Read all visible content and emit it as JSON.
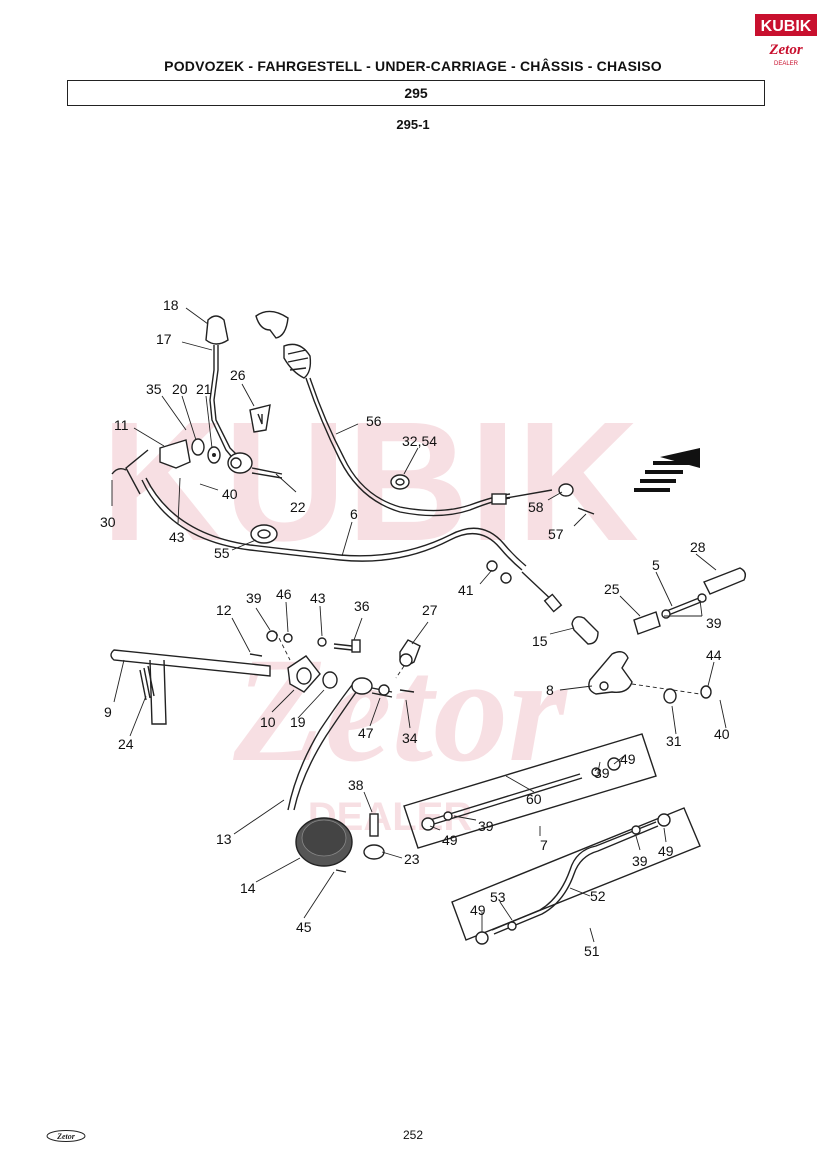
{
  "header": {
    "title": "PODVOZEK - FAHRGESTELL - UNDER-CARRIAGE - CHÂSSIS - CHASISO",
    "section": "295",
    "subsection": "295-1"
  },
  "brand": {
    "logo_text": "KUBIK",
    "logo_sub": "Zetor",
    "logo_dealer": "DEALER",
    "footer_logo": "Zetor",
    "watermark_text": "KUBIK",
    "watermark_sub": "Zetor",
    "watermark_dealer": "DEALER",
    "accent_color": "#c8102e"
  },
  "callouts": {
    "c18": "18",
    "c17": "17",
    "c35": "35",
    "c20": "20",
    "c21": "21",
    "c26": "26",
    "c11": "11",
    "c30": "30",
    "c43a": "43",
    "c40a": "40",
    "c22": "22",
    "c56": "56",
    "c3254": "32,54",
    "c58": "58",
    "c57": "57",
    "c6": "6",
    "c55": "55",
    "c41": "41",
    "c28": "28",
    "c5": "5",
    "c25": "25",
    "c39a": "39",
    "c15": "15",
    "c39b": "39",
    "c46": "46",
    "c43b": "43",
    "c36": "36",
    "c27": "27",
    "c12": "12",
    "c9": "9",
    "c24": "24",
    "c10": "10",
    "c19": "19",
    "c47": "47",
    "c34": "34",
    "c8": "8",
    "c44": "44",
    "c31": "31",
    "c40b": "40",
    "c39c": "39",
    "c49a": "49",
    "c60": "60",
    "c38": "38",
    "c13": "13",
    "c23": "23",
    "c14": "14",
    "c45": "45",
    "c49b": "49",
    "c39d": "39",
    "c7": "7",
    "c39e": "39",
    "c49c": "49",
    "c53": "53",
    "c52": "52",
    "c49d": "49",
    "c51": "51"
  },
  "footer": {
    "page_number": "252"
  }
}
